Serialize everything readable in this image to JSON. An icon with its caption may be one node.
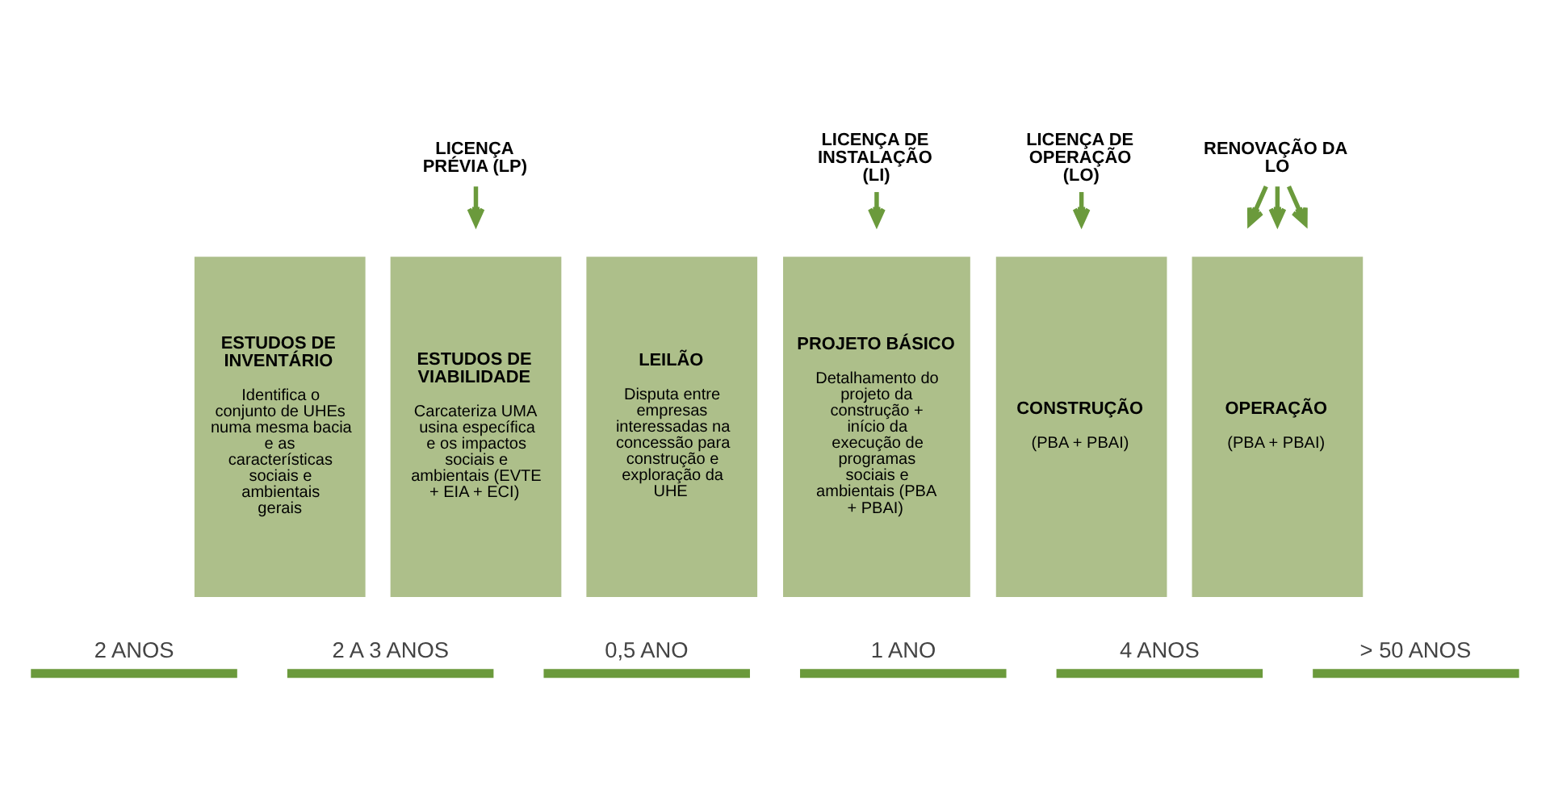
{
  "diagram": {
    "nodes": [
      {
        "text": [
          "ESTUDOS DE INVENTÁRIO",
          "Identifica o conjunto de UHEs numa mesma bacia e as características sociais e ambientais gerais"
        ],
        "beside": [
          "2 ANOS"
        ]
      },
      {
        "text": [
          "ESTUDOS DE VIABILIDADE",
          "Carcateriza UMA usina específica e os impactos sociais e ambientais (EVTE + EIA + ECI)"
        ],
        "beside": [
          "2 A 3 ANOS"
        ]
      },
      {
        "text": [
          "LEILÃO",
          "Disputa entre empresas interessadas na concessão para construção e exploração da UHE"
        ],
        "beside": [
          "0,5 ANO"
        ]
      },
      {
        "text": [
          "PROJETO BÁSICO",
          "Detalhamento do projeto da construção + início da execução de programas sociais e ambientais (PBA + PBAI)"
        ],
        "beside": [
          "1 ANO"
        ]
      },
      {
        "text": [
          "CONSTRUÇÃO",
          "(PBA + PBAI)"
        ],
        "beside": [
          "4 ANOS"
        ]
      },
      {
        "text": [
          "OPERAÇÃO",
          "(PBA + PBAI)"
        ],
        "beside": [
          "> 50 ANOS"
        ]
      },
      {
        "text": [
          "LICENÇA PRÉVIA (LP)"
        ]
      },
      {
        "text": [
          "LICENÇA DE INSTALAÇÃO (LI)"
        ]
      },
      {
        "text": [
          "LICENÇA DE OPERAÇÃO (LO)"
        ]
      },
      {
        "text": [
          "RENOVAÇÃO DA LO"
        ]
      }
    ],
    "edges": [
      {
        "from": 6,
        "to": null,
        "arrow": "to"
      },
      {
        "from": 7,
        "to": null,
        "arrow": "to"
      },
      {
        "from": 8,
        "to": null,
        "arrow": "to"
      },
      {
        "from": 9,
        "to": null,
        "arrow": "to"
      },
      {
        "from": 9,
        "to": null,
        "arrow": "to"
      },
      {
        "from": 9,
        "to": null,
        "arrow": "to"
      }
    ]
  }
}
